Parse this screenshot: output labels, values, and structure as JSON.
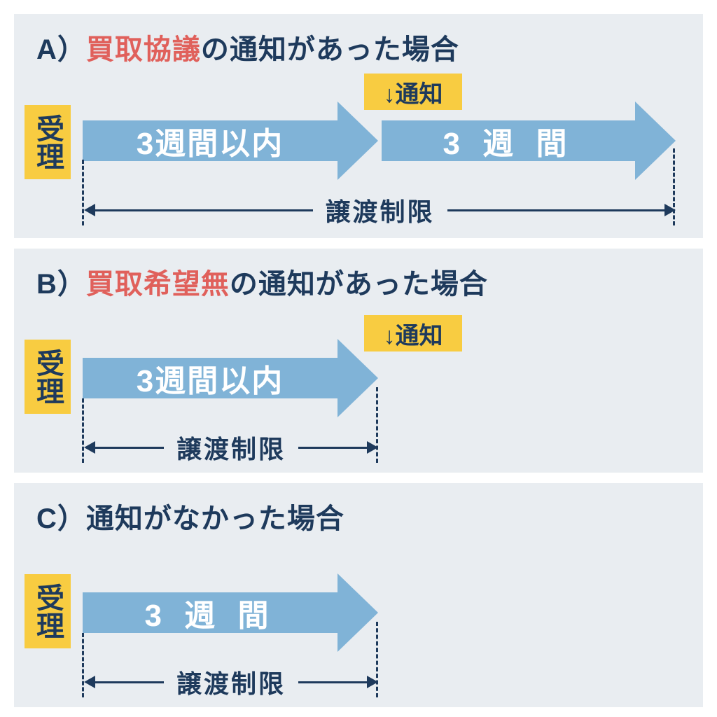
{
  "colors": {
    "panel_bg": "#e9edf1",
    "arrow_blue": "#80b3d7",
    "highlight_yellow": "#f8cc41",
    "text_navy": "#1e3a5c",
    "text_red": "#e0605b",
    "arrow_text_white": "#ffffff"
  },
  "panels": [
    {
      "case_letter": "A",
      "title_prefix": "A）",
      "title_highlight": "買取協議",
      "title_suffix": "の通知があった場合",
      "receipt": "受理",
      "notice": "↓通知",
      "arrow1": "3週間以内",
      "arrow2": "3 週 間",
      "range": "譲渡制限"
    },
    {
      "case_letter": "B",
      "title_prefix": "B）",
      "title_highlight": "買取希望無",
      "title_suffix": "の通知があった場合",
      "receipt": "受理",
      "notice": "↓通知",
      "arrow1": "3週間以内",
      "range": "譲渡制限"
    },
    {
      "case_letter": "C",
      "title_prefix": "C）",
      "title_highlight": "",
      "title_suffix": "通知がなかった場合",
      "receipt": "受理",
      "arrow1": "3 週 間",
      "range": "譲渡制限"
    }
  ]
}
